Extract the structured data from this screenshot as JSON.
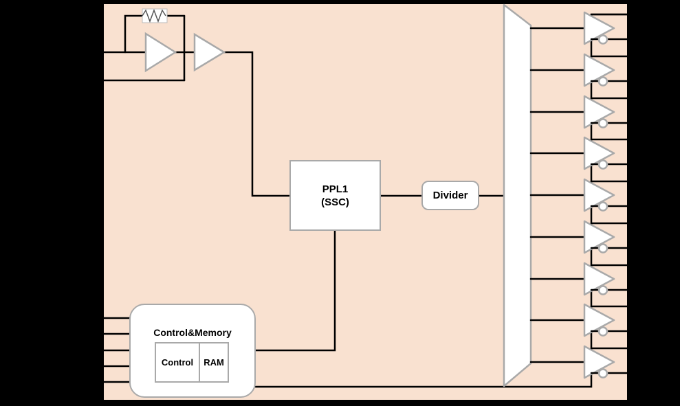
{
  "diagram": {
    "kind": "clock-generator-ic-block-diagram",
    "blocks": {
      "pll": {
        "label_line1": "PPL1",
        "label_line2": "(SSC)"
      },
      "divider": {
        "label": "Divider"
      },
      "control_memory": {
        "title": "Control&Memory",
        "sub_blocks": [
          {
            "label": "Control"
          },
          {
            "label": "RAM"
          }
        ]
      },
      "oscillator": {
        "amplifier_count": 2,
        "has_feedback_resistor": true
      },
      "output_mux": {
        "shape": "trapezoid"
      },
      "output_buffers": {
        "count": 9,
        "complementary_outputs": true
      }
    },
    "pins": {
      "left_xtal_count": 2,
      "left_control_count": 5,
      "right_output_count": 18
    },
    "colors": {
      "background": "#000000",
      "chip_fill": "#F9E1D0",
      "chip_outline": "#000000",
      "wire": "#000000",
      "symbol_stroke": "#A9A9A9",
      "symbol_fill": "#FFFFFF"
    }
  }
}
